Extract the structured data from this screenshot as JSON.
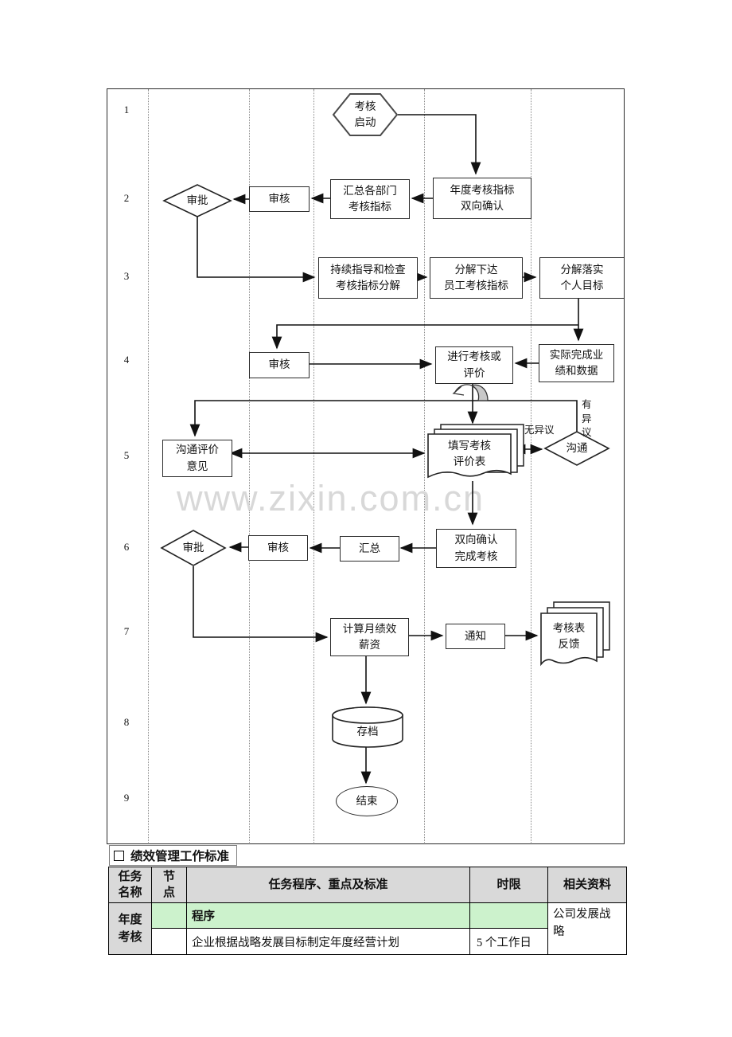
{
  "watermark": {
    "text": "www.zixin.com.cn",
    "color": "#d8d8d8"
  },
  "flowchart": {
    "row_numbers": [
      "1",
      "2",
      "3",
      "4",
      "5",
      "6",
      "7",
      "8",
      "9"
    ],
    "nodes": {
      "start": "考核\n启动",
      "annual_confirm": "年度考核指标\n双向确认",
      "collect_dept": "汇总各部门\n考核指标",
      "review_2": "审核",
      "approve_2": "审批",
      "guide_check": "持续指导和检查\n考核指标分解",
      "assign_targets": "分解下达\n员工考核指标",
      "implement_goals": "分解落实\n个人目标",
      "review_4": "审核",
      "evaluate": "进行考核或\n评价",
      "actual_results": "实际完成业\n绩和数据",
      "fill_form": "填写考核\n评价表",
      "communicate": "沟通",
      "comm_opinion": "沟通评价\n意见",
      "approve_6": "审批",
      "review_6": "审核",
      "summarize_6": "汇总",
      "confirm_complete": "双向确认\n完成考核",
      "calc_salary": "计算月绩效\n薪资",
      "notify": "通知",
      "feedback_form": "考核表\n反馈",
      "archive": "存档",
      "end": "结束"
    },
    "edge_labels": {
      "no_objection": "无异议",
      "objection": "有\n异\n议"
    }
  },
  "standards_bar": {
    "title": "绩效管理工作标准"
  },
  "icons": {
    "checkbox": "empty-square"
  },
  "table": {
    "headers": [
      "任务\n名称",
      "节\n点",
      "任务程序、重点及标准",
      "时限",
      "相关资料"
    ],
    "task_name": "年度\n考核",
    "procedure_label": "程序",
    "rows": [
      {
        "step": "企业根据战略发展目标制定年度经营计划",
        "time": "5 个工作日"
      }
    ],
    "related": "公司发展战略",
    "colors": {
      "header_bg": "#d9d9d9",
      "highlight_bg": "#ccf2cc"
    }
  }
}
